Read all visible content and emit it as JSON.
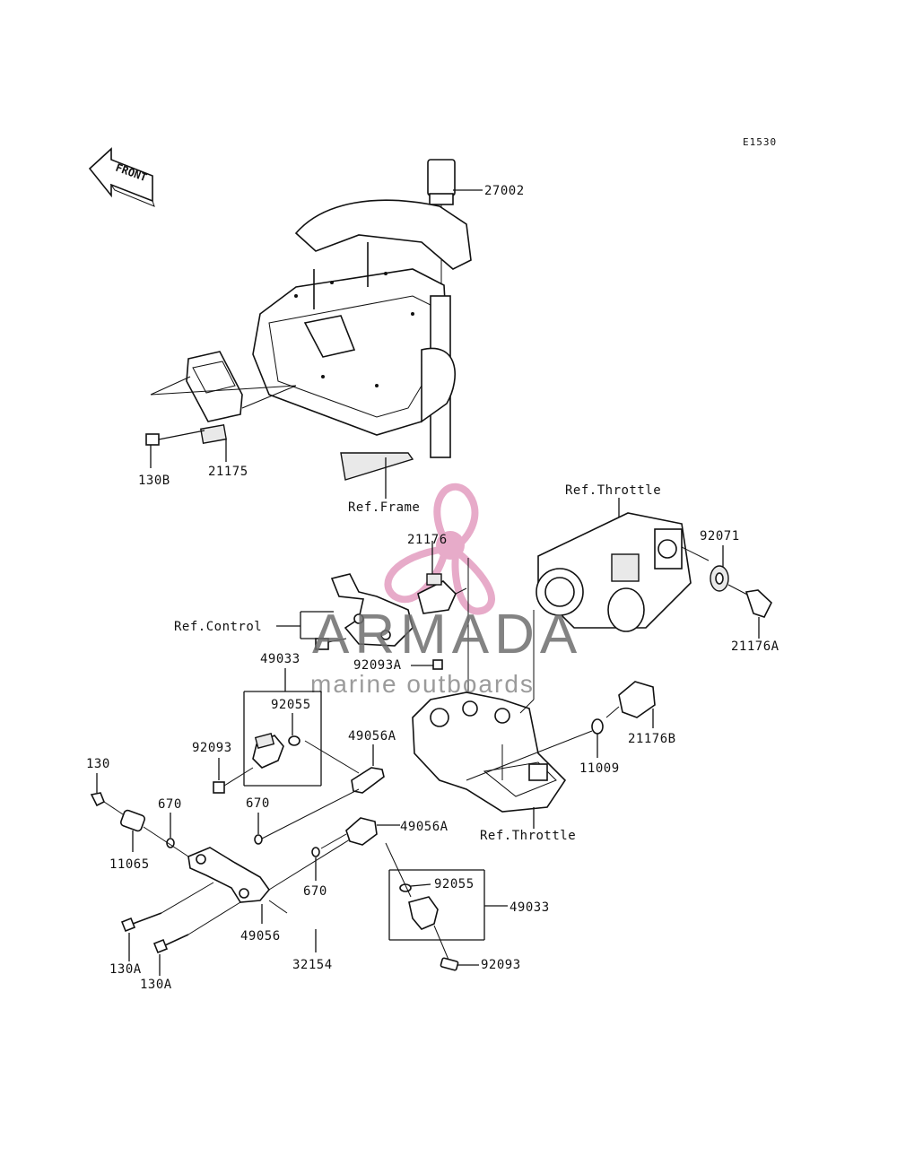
{
  "diagram_code": "E1530",
  "front_label": "FRONT",
  "watermark": {
    "brand": "ARMADA",
    "tagline": "marine outboards",
    "logo_color": "#e090b8"
  },
  "labels": {
    "p27002": "27002",
    "p21175": "21175",
    "p130b": "130B",
    "ref_frame": "Ref.Frame",
    "ref_throttle_top": "Ref.Throttle",
    "p92071": "92071",
    "p21176": "21176",
    "p21176a": "21176A",
    "ref_control": "Ref.Control",
    "p92093a": "92093A",
    "p49033_top": "49033",
    "p92055_top": "92055",
    "p92093_top": "92093",
    "p49056a_top": "49056A",
    "p21176b": "21176B",
    "p11009": "11009",
    "ref_throttle_bottom": "Ref.Throttle",
    "p130": "130",
    "p670_a": "670",
    "p670_b": "670",
    "p670_c": "670",
    "p11065": "11065",
    "p49056a_bottom": "49056A",
    "p92055_bottom": "92055",
    "p49033_bottom": "49033",
    "p49056": "49056",
    "p32154": "32154",
    "p130a_1": "130A",
    "p130a_2": "130A",
    "p92093_bottom": "92093"
  }
}
